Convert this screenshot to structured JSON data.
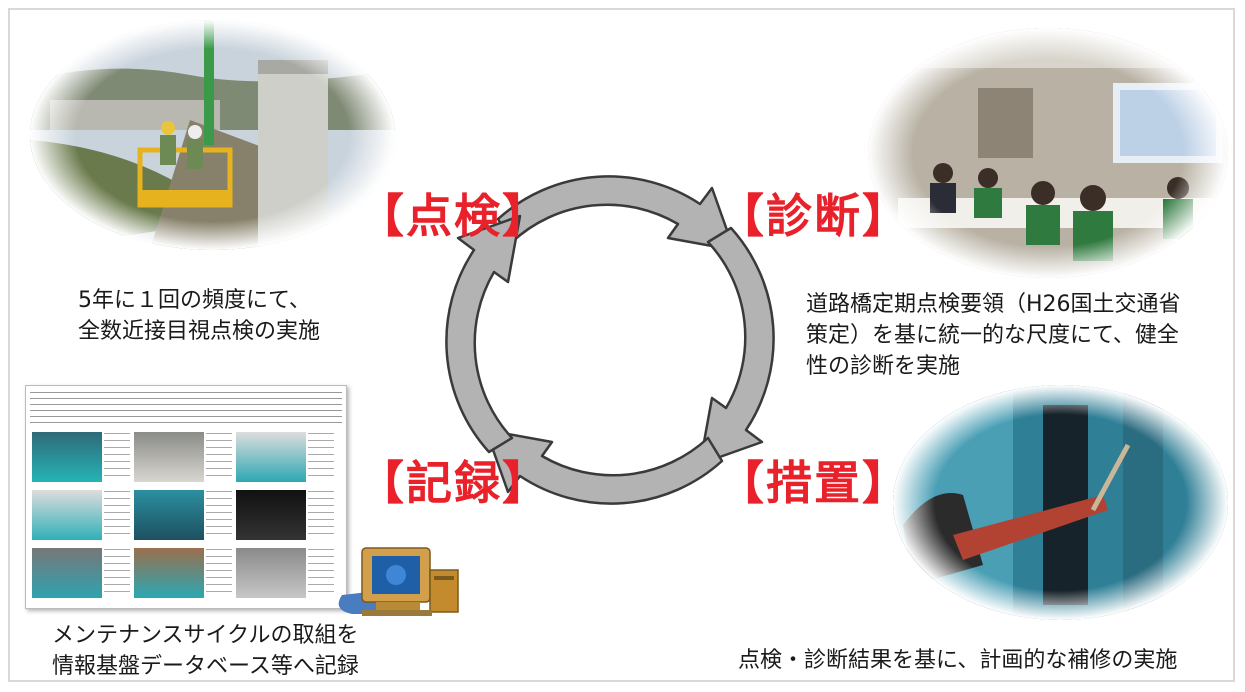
{
  "diagram": {
    "labels": {
      "inspection": "【点検】",
      "diagnosis": "【診断】",
      "measures": "【措置】",
      "record": "【記録】"
    },
    "captions": {
      "inspection_lines": [
        "5年に１回の頻度にて、",
        "全数近接目視点検の実施"
      ],
      "diagnosis_lines": [
        "道路橋定期点検要領（H26国土交通省",
        "策定）を基に統一的な尺度にて、健全",
        "性の診断を実施"
      ],
      "measures_lines": [
        "点検・診断結果を基に、計画的な補修の実施"
      ],
      "record_lines": [
        "メンテナンスサイクルの取組を",
        "情報基盤データベース等へ記録"
      ]
    },
    "colors": {
      "label_red": "#e8212b",
      "arrow_gray": "#b3b3b3",
      "arrow_stroke": "#3a3a3a",
      "frame_border": "#d9d9d9"
    },
    "icons": [
      "cycle-arrow-icon",
      "computer-icon"
    ]
  }
}
